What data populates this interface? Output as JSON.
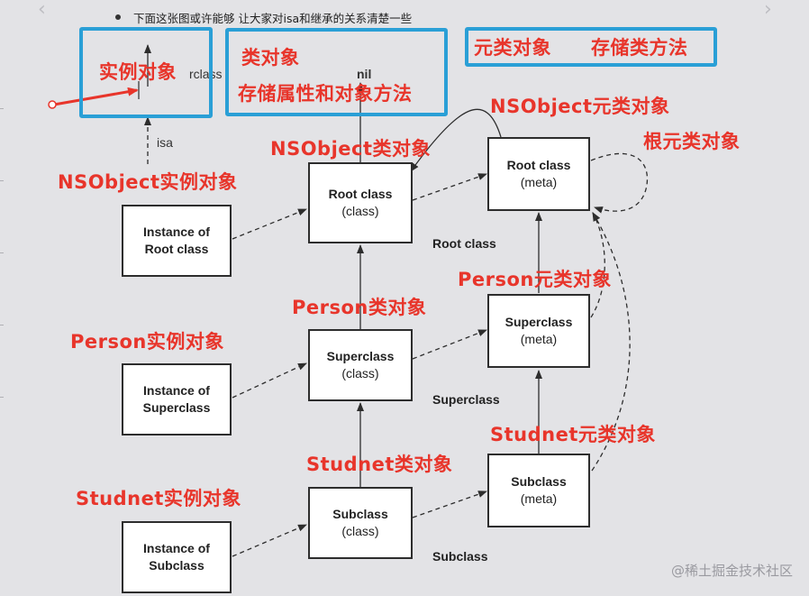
{
  "intro_text": "下面这张图或许能够 让大家对isa和继承的关系清楚一些",
  "nodes": {
    "instance_root": [
      "Instance of",
      "Root class"
    ],
    "instance_super": [
      "Instance of",
      "Superclass"
    ],
    "instance_sub": [
      "Instance of",
      "Subclass"
    ],
    "root_class": [
      "Root class",
      "(class)"
    ],
    "super_class": [
      "Superclass",
      "(class)"
    ],
    "sub_class": [
      "Subclass",
      "(class)"
    ],
    "root_meta": [
      "Root class",
      "(meta)"
    ],
    "super_meta": [
      "Superclass",
      "(meta)"
    ],
    "sub_meta": [
      "Subclass",
      "(meta)"
    ]
  },
  "row_labels": {
    "root": "Root class",
    "super": "Superclass",
    "sub": "Subclass"
  },
  "legend": {
    "nil": "nil",
    "isa": "isa",
    "superclass_fragment": "rclass"
  },
  "annotations": {
    "instance_object": "实例对象",
    "class_object": "类对象",
    "class_object_desc": "存储属性和对象方法",
    "meta_class": "元类对象",
    "meta_class_desc": "存储类方法",
    "nsobject_meta": "NSObject元类对象",
    "root_meta": "根元类对象",
    "nsobject_class": "NSObject类对象",
    "nsobject_instance": "NSObject实例对象",
    "person_meta": "Person元类对象",
    "person_class": "Person类对象",
    "person_instance": "Person实例对象",
    "student_meta": "Studnet元类对象",
    "student_class": "Studnet类对象",
    "student_instance": "Studnet实例对象"
  },
  "watermark": "@稀土掘金技术社区",
  "colors": {
    "annotation": "#e8352b",
    "highlight": "#2a9fd6",
    "stroke": "#2d2d2d",
    "background": "#e3e3e6"
  }
}
